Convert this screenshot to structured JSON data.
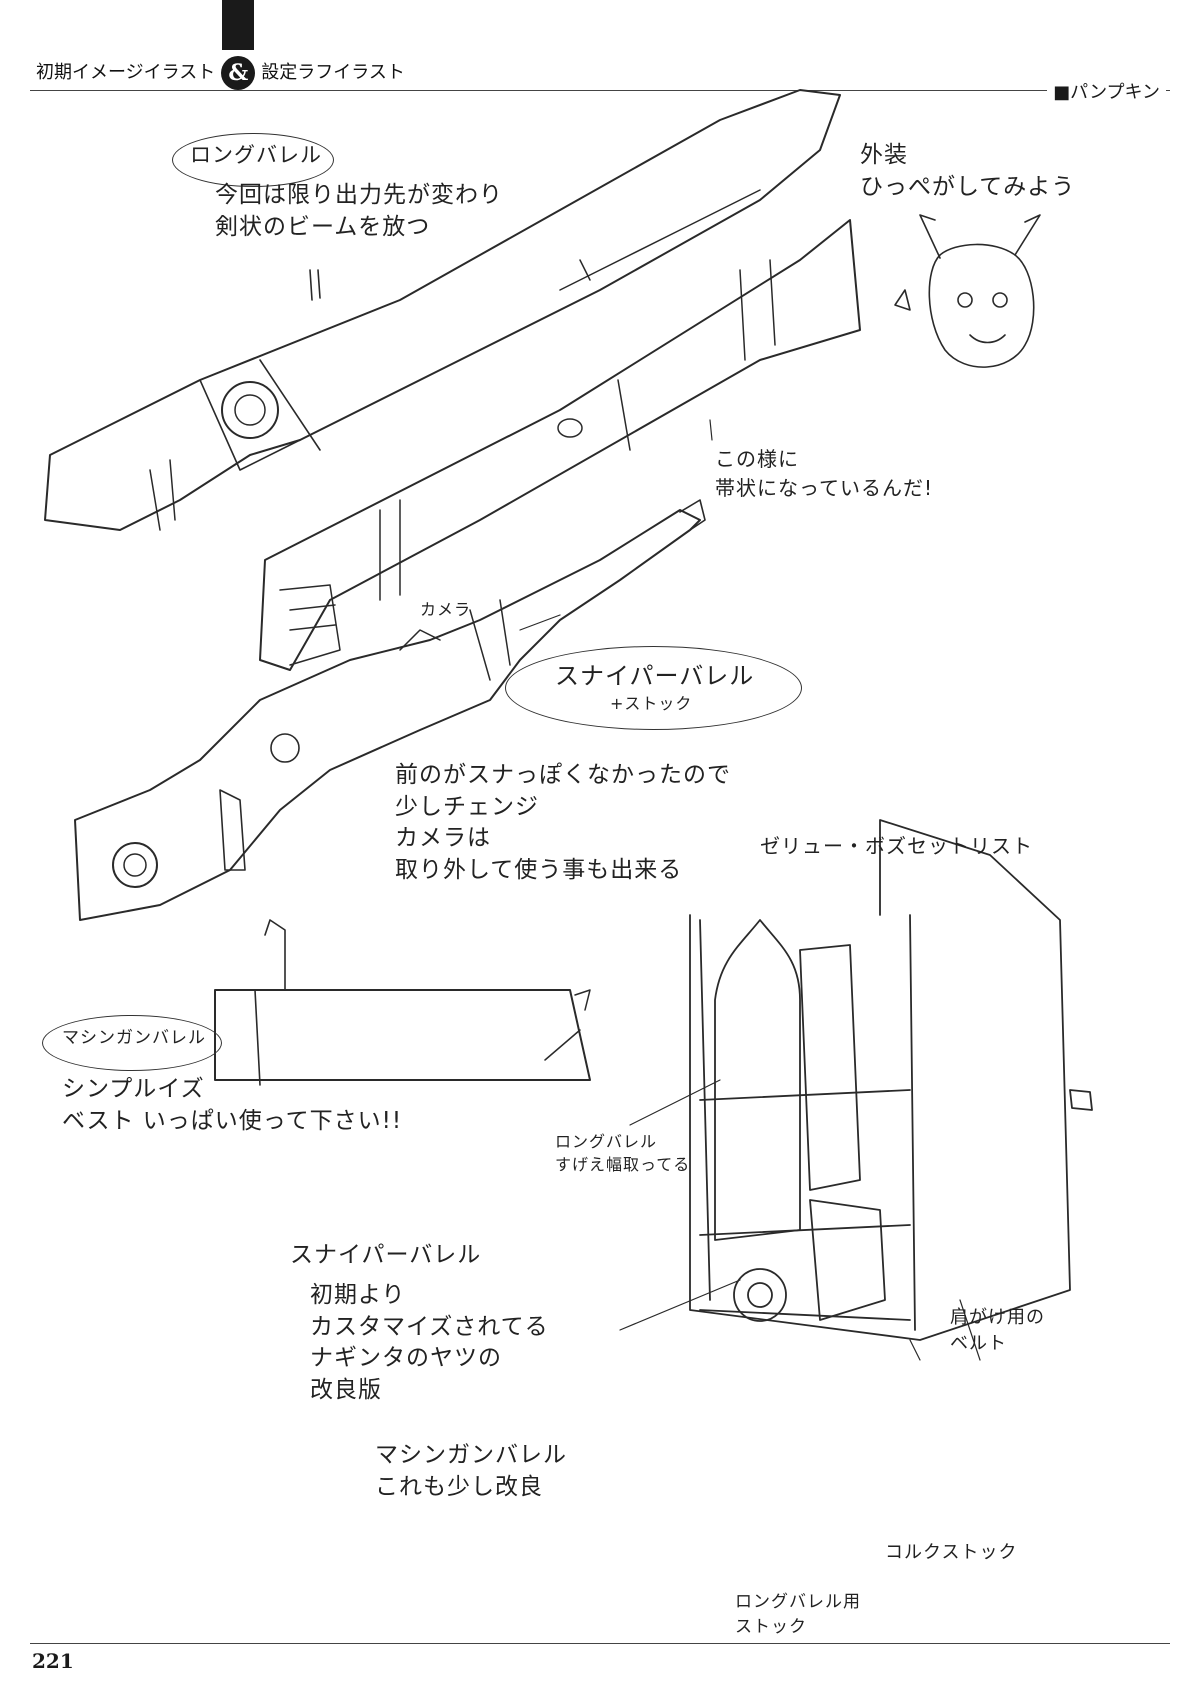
{
  "header": {
    "title_left": "初期イメージイラスト",
    "amp": "&",
    "title_right": "設定ラフイラスト",
    "character": "■パンプキン"
  },
  "notes": {
    "long_barrel_label": "ロングバレル",
    "long_barrel_desc": "今回は限り出力先が変わり\n剣状のビームを放つ",
    "armor_note": "外装\nひっぺがしてみよう",
    "band_note": "この様に\n帯状になっているんだ!",
    "camera": "カメラ",
    "sniper_label": "スナイパーバレル",
    "sniper_sub": "+ストック",
    "sniper_desc": "前のがスナっぽくなかったので\n少しチェンジ\nカメラは\n取り外して使う事も出来る",
    "series_note": "ゼリュー・ボズセットリスト",
    "machinegun_label": "マシンガンバレル",
    "machinegun_desc": "シンプルイズ\nベスト いっぱい使って下さい!!",
    "case_long": "ロングバレル\nすげえ幅取ってる",
    "case_sniper_label": "スナイパーバレル",
    "case_sniper_desc": "初期より\nカスタマイズされてる\nナギンタのヤツの\n改良版",
    "shoulder_belt": "肩がけ用の\nベルト",
    "machinegun_note": "マシンガンバレル\nこれも少し改良",
    "cork_stock": "コルクストック",
    "long_stock": "ロングバレル用\nストック"
  },
  "page_number": "221"
}
